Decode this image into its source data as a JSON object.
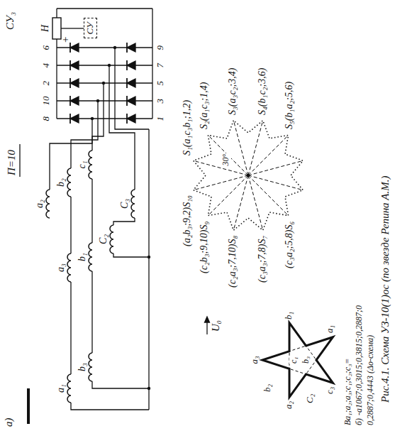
{
  "diagram": {
    "caption": "Рис.4.1. Схема УЗ-10(1)ос (по звезде Репина А.М.)",
    "nodes": [
      {
        "text": [
          "СУ"
        ]
      }
    ],
    "labels": [
      "СУ₃",
      "+",
      "Н",
      "8",
      "10",
      "2",
      "4",
      "6",
      "1",
      "3",
      "5",
      "7",
      "9",
      "а)",
      "a₁",
      "b₃",
      "a₃",
      "b₁",
      "C₂",
      "C₃",
      "a₂",
      "b₂",
      "c₁",
      "П=10",
      "S₁(a₁c₃b₁;1,2)",
      "S₂(a₁c₃;1,4)",
      "S₃(a₃c₂;3,4)",
      "S₄(b₁c₂;3,6)",
      "S₅(b₁a₂;5,6)",
      "(a₂b₃;9,2)S₁₀",
      "(c₂b₃;9,10)S₉",
      "(c₂a₃;7,10)S₈",
      "(c₃a₃;7,8)S₇",
      "(c₃a₂;5,8)S₆",
      "30°",
      "U₀",
      "a₃",
      "b₁",
      "a₁",
      "c₃",
      "a₂",
      "b₂",
      "C₂",
      "c₁",
      "b₃",
      "Ba₁;a₂;a₃;c₁;c₂;c₃=",
      "б)",
      "-a1067;0,3015;0,3815;0,2887;0",
      "0,2887;0,4443 (Δo-схема)"
    ]
  }
}
